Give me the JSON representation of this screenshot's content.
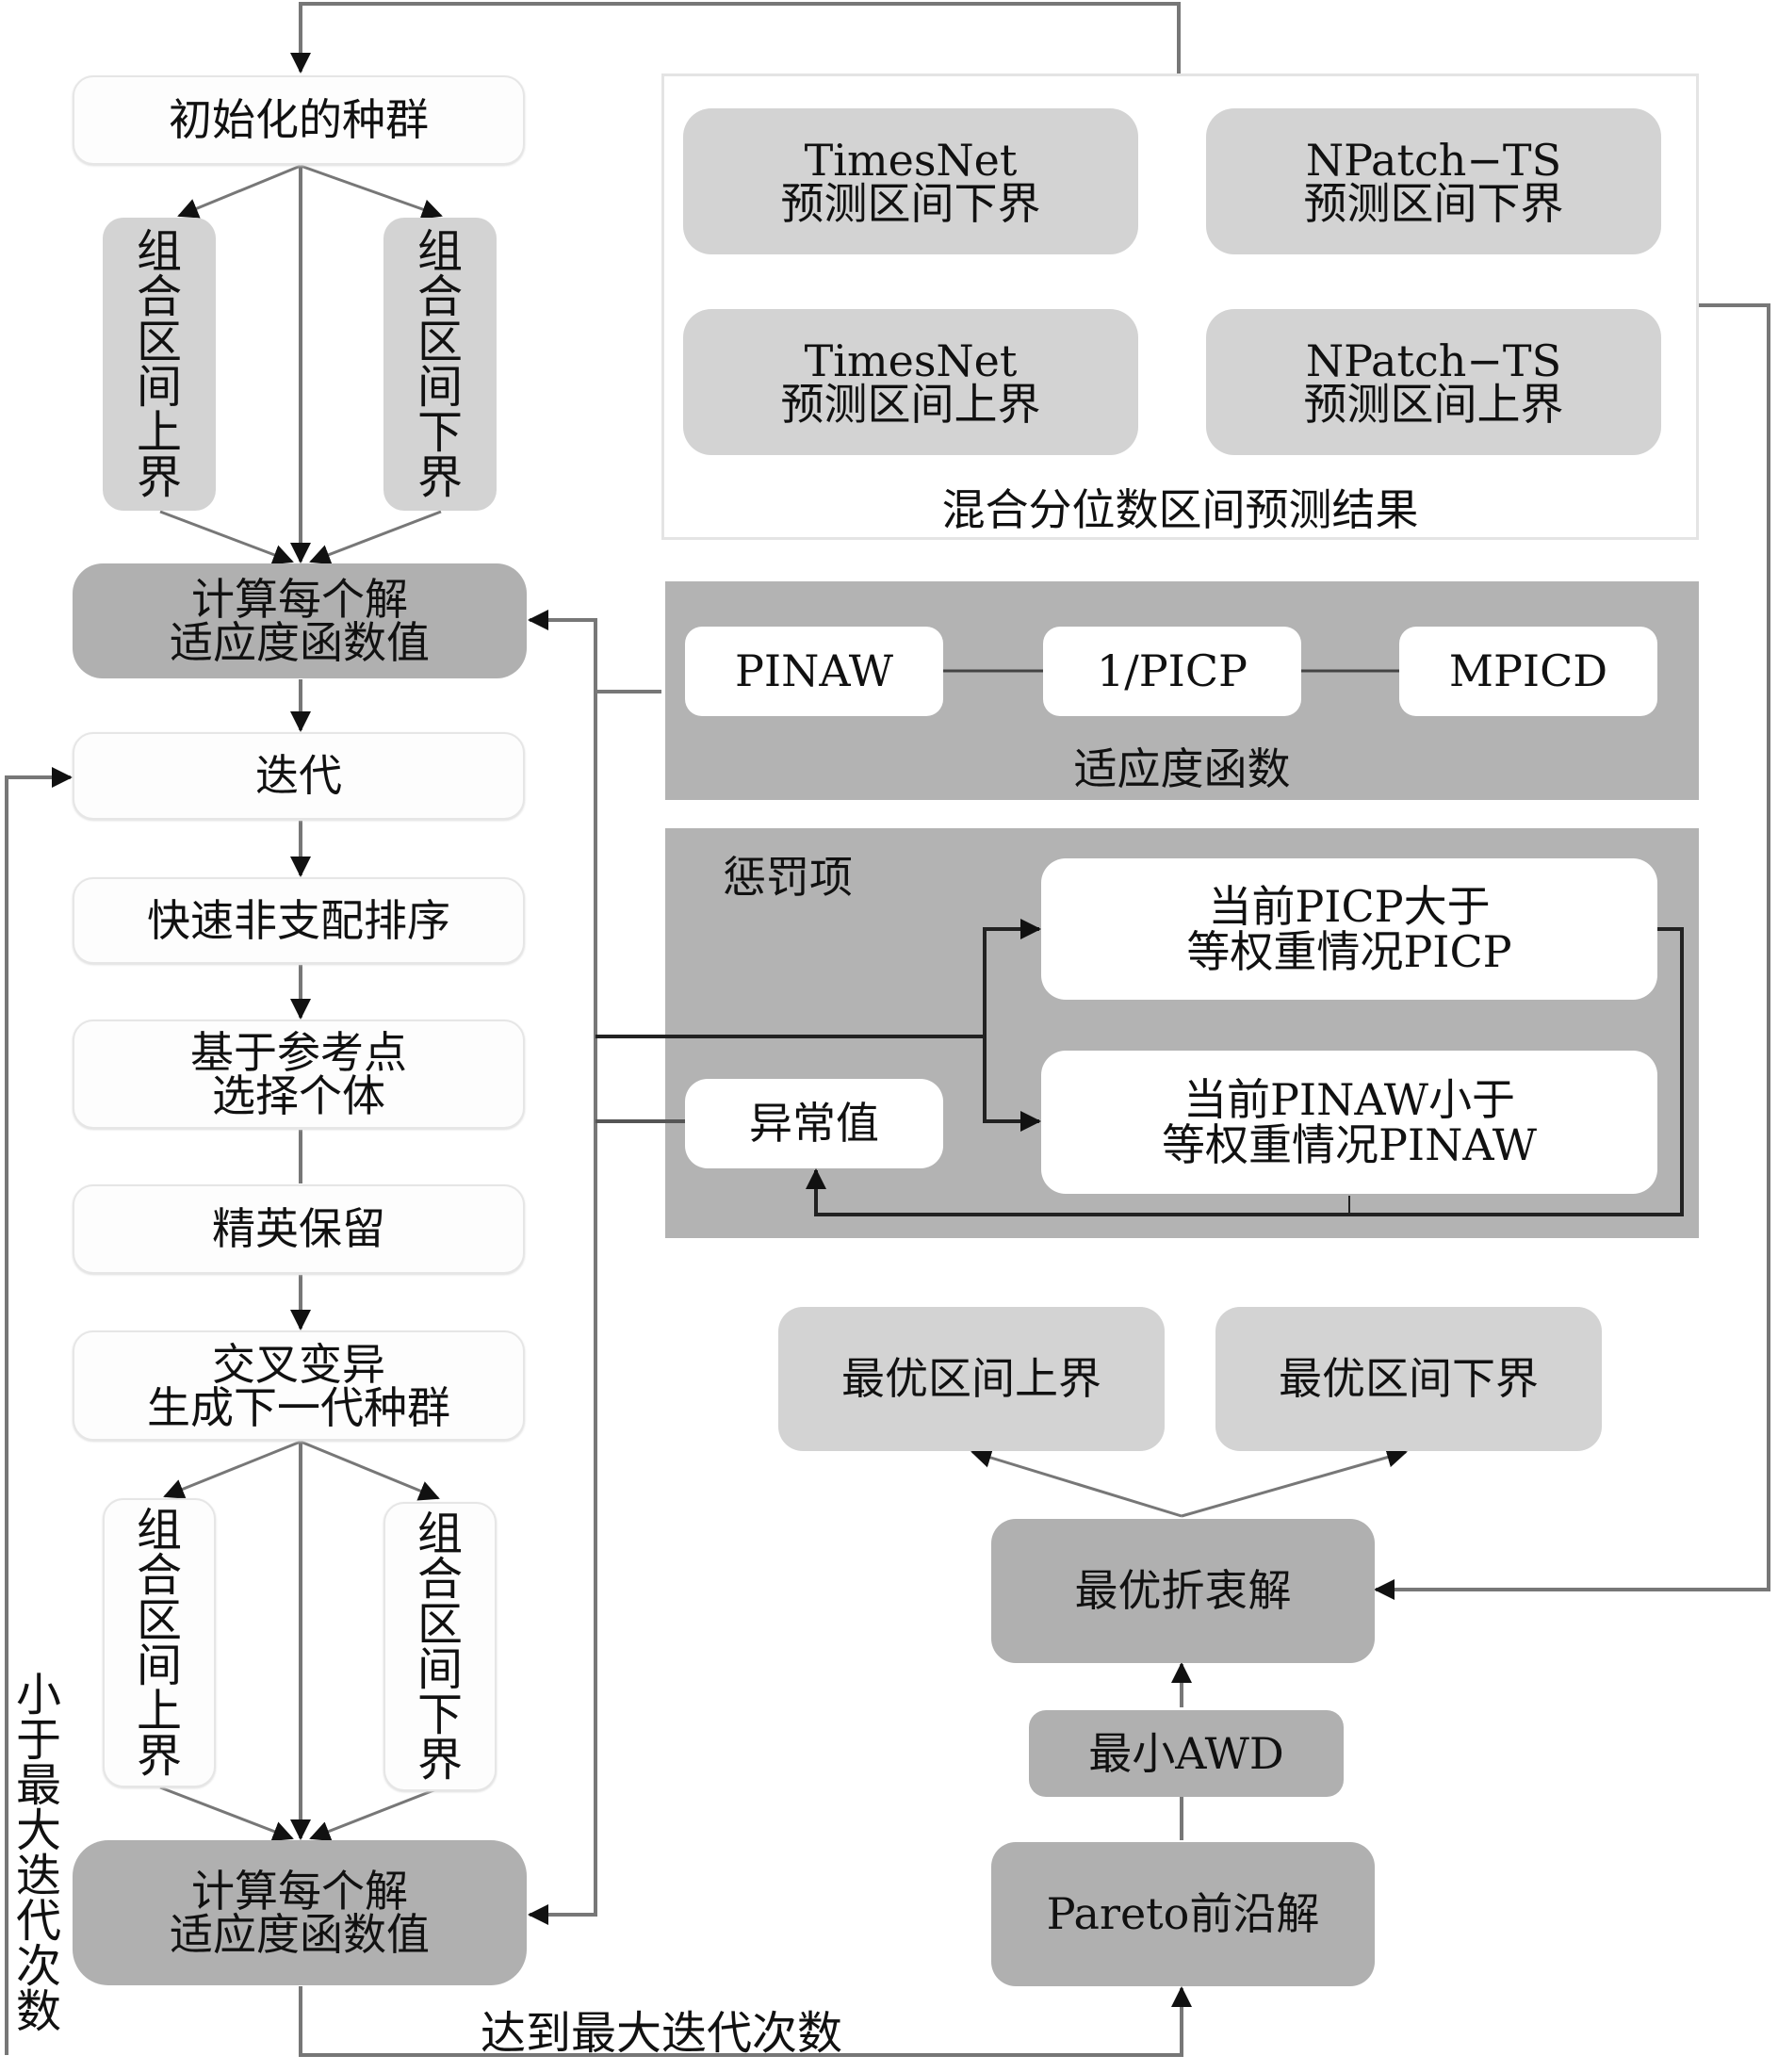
{
  "left_flow": {
    "init": "初始化的种群",
    "combo_upper_1": [
      "组",
      "合",
      "区",
      "间",
      "上",
      "界"
    ],
    "combo_lower_1": [
      "组",
      "合",
      "区",
      "间",
      "下",
      "界"
    ],
    "compute_1": [
      "计算每个解",
      "适应度函数值"
    ],
    "iterate": "迭代",
    "fast_sort": "快速非支配排序",
    "ref_select": [
      "基于参考点",
      "选择个体"
    ],
    "elite": "精英保留",
    "crossover": [
      "交叉变异",
      "生成下一代种群"
    ],
    "combo_upper_2": [
      "组",
      "合",
      "区",
      "间",
      "上",
      "界"
    ],
    "combo_lower_2": [
      "组",
      "合",
      "区",
      "间",
      "下",
      "界"
    ],
    "compute_2": [
      "计算每个解",
      "适应度函数值"
    ],
    "loop_label": [
      "小",
      "于",
      "最",
      "大",
      "迭",
      "代",
      "次",
      "数"
    ],
    "exit_label": "达到最大迭代次数"
  },
  "prediction_group": {
    "title": "混合分位数区间预测结果",
    "items": [
      [
        "TimesNet",
        "预测区间下界"
      ],
      [
        "NPatch−TS",
        "预测区间下界"
      ],
      [
        "TimesNet",
        "预测区间上界"
      ],
      [
        "NPatch−TS",
        "预测区间上界"
      ]
    ]
  },
  "fitness_group": {
    "title": "适应度函数",
    "items": [
      "PINAW",
      "1/PICP",
      "MPICD"
    ]
  },
  "penalty_group": {
    "title": "惩罚项",
    "outlier": "异常值",
    "cond_picp": [
      "当前PICP大于",
      "等权重情况PICP"
    ],
    "cond_pinaw": [
      "当前PINAW小于",
      "等权重情况PINAW"
    ]
  },
  "result_flow": {
    "best_upper": "最优区间上界",
    "best_lower": "最优区间下界",
    "best_compromise": "最优折衷解",
    "min_awd": "最小AWD",
    "pareto": "Pareto前沿解"
  },
  "colors": {
    "light_box": "#fdfdfd",
    "mid_box": "#d3d3d3",
    "dark_box": "#b0b0b0",
    "penalty_bg": "#b3b3b3",
    "line": "#555555"
  }
}
